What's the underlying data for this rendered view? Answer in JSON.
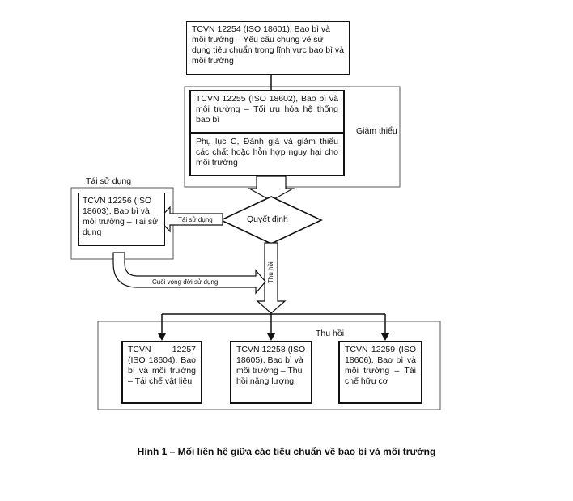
{
  "boxes": {
    "iso18601": "TCVN 12254 (ISO 18601), Bao bì và môi trường – Yêu cầu chung về sử dụng tiêu chuẩn trong lĩnh vực bao bì và môi trường",
    "iso18602": "TCVN 12255 (ISO 18602), Bao bì và môi trường – Tối ưu hóa hệ thống bao bì",
    "annex_c": "Phụ lục C, Đánh giá và giảm thiểu các chất hoặc hỗn hợp nguy hại cho môi trường",
    "iso18603": "TCVN 12256 (ISO 18603), Bao bì và môi trường – Tái sử dụng",
    "iso18604": "TCVN 12257 (ISO 18604), Bao bì và môi trường – Tái chế vật liệu",
    "iso18605": "TCVN 12258 (ISO 18605), Bao bì và môi trường – Thu hồi năng lượng",
    "iso18606": "TCVN 12259 (ISO 18606), Bao bì và môi trường – Tái chế hữu cơ"
  },
  "labels": {
    "reduction": "Giảm thiểu",
    "reuse_group": "Tái sử dụng",
    "decision": "Quyết định",
    "reuse_arrow": "Tái sử dụng",
    "recovery_arrow": "Thu hồi",
    "end_of_life": "Cuối vòng đời sử dụng",
    "recovery_group": "Thu hồi"
  },
  "caption": "Hình 1 – Mối liên hệ giữa các tiêu chuẩn về bao bì và môi trường"
}
